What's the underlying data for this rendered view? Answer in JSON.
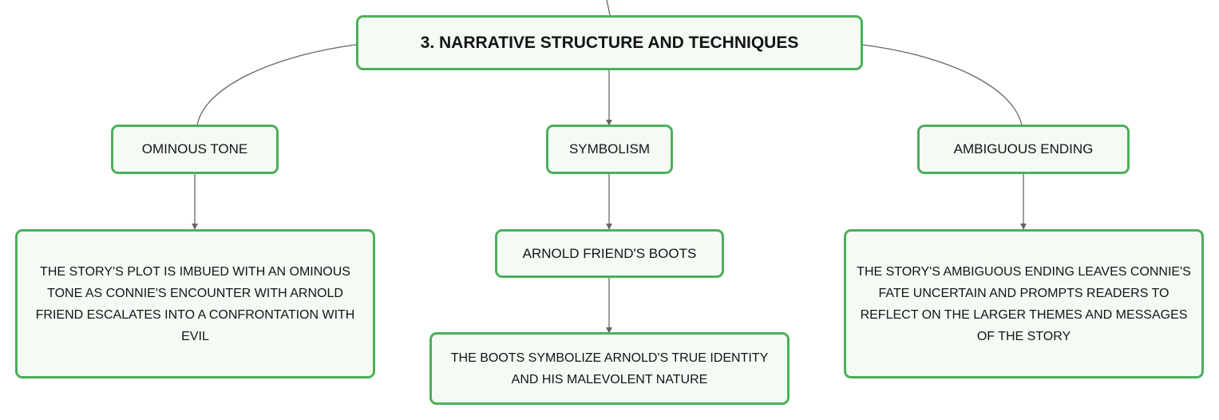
{
  "diagram": {
    "root": {
      "label": "3. NARRATIVE STRUCTURE AND TECHNIQUES"
    },
    "branches": [
      {
        "label": "OMINOUS TONE",
        "children": [
          {
            "label": "THE STORY'S PLOT IS IMBUED WITH AN OMINOUS TONE AS CONNIE'S ENCOUNTER WITH ARNOLD FRIEND ESCALATES INTO A CONFRONTATION WITH EVIL"
          }
        ]
      },
      {
        "label": "SYMBOLISM",
        "children": [
          {
            "label": "ARNOLD FRIEND'S BOOTS",
            "children": [
              {
                "label": "THE BOOTS SYMBOLIZE ARNOLD'S TRUE IDENTITY AND HIS MALEVOLENT NATURE"
              }
            ]
          }
        ]
      },
      {
        "label": "AMBIGUOUS ENDING",
        "children": [
          {
            "label": "THE STORY'S AMBIGUOUS ENDING LEAVES CONNIE'S FATE UNCERTAIN AND PROMPTS READERS TO REFLECT ON THE LARGER THEMES AND MESSAGES OF THE STORY"
          }
        ]
      }
    ],
    "colors": {
      "node_border": "#4caf5a",
      "node_fill": "#f4fbf5",
      "connector": "#666666",
      "text": "#141414"
    }
  }
}
